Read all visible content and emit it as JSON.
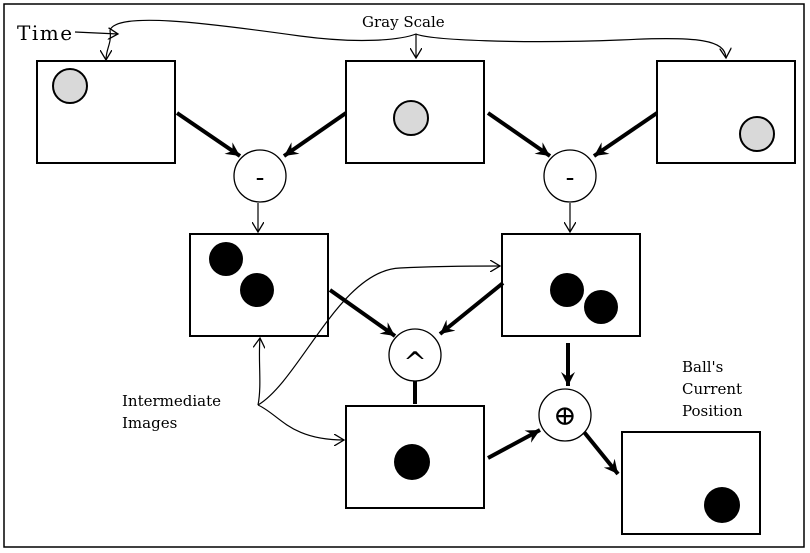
{
  "labels": {
    "time": "Time",
    "gray_scale": "Gray Scale",
    "intermediate_line1": "Intermediate",
    "intermediate_line2": "Images",
    "ball_line1": "Ball's",
    "ball_line2": "Current",
    "ball_line3": "Position"
  },
  "operators": {
    "subtract_left": "-",
    "subtract_right": "-",
    "and": "^",
    "xor": "⊕"
  },
  "colors": {
    "ball_gray": "#d9d9d9",
    "ball_black": "#000000",
    "stroke": "#000000"
  }
}
